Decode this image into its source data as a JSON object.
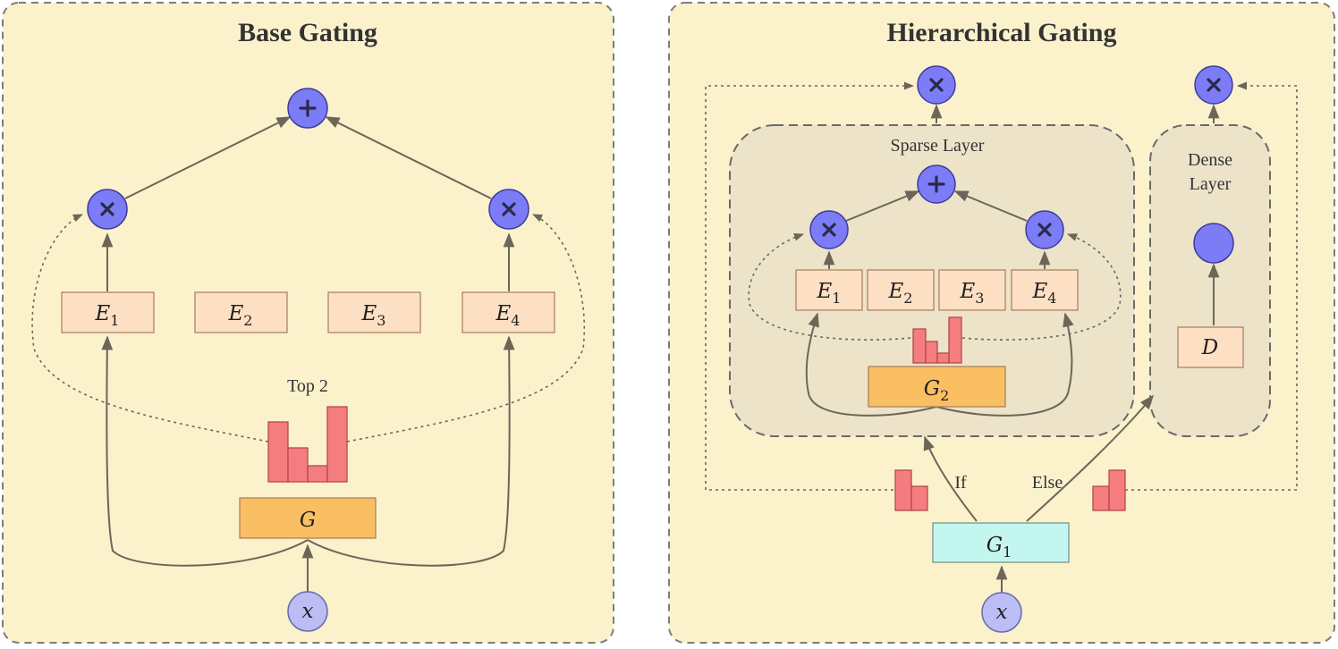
{
  "panels": {
    "base": {
      "title": "Base Gating",
      "experts": [
        {
          "name": "E",
          "sub": "1"
        },
        {
          "name": "E",
          "sub": "2"
        },
        {
          "name": "E",
          "sub": "3"
        },
        {
          "name": "E",
          "sub": "4"
        }
      ],
      "gate": {
        "name": "G",
        "sub": ""
      },
      "input": "x",
      "topk_label": "Top 2"
    },
    "hierarchical": {
      "title": "Hierarchical Gating",
      "sparse_layer_label": "Sparse Layer",
      "dense_layer_label_line1": "Dense",
      "dense_layer_label_line2": "Layer",
      "experts": [
        {
          "name": "E",
          "sub": "1"
        },
        {
          "name": "E",
          "sub": "2"
        },
        {
          "name": "E",
          "sub": "3"
        },
        {
          "name": "E",
          "sub": "4"
        }
      ],
      "gate2": {
        "name": "G",
        "sub": "2"
      },
      "gate1": {
        "name": "G",
        "sub": "1"
      },
      "dense_block": {
        "name": "D",
        "sub": ""
      },
      "input": "x",
      "if_label": "If",
      "else_label": "Else"
    }
  },
  "colors": {
    "panel_bg": "#fbf2cc",
    "layer_bg": "#ede3c9",
    "expert": "#fde0c4",
    "gate": "#fbbf63",
    "gate1": "#c4f6f0",
    "operator": "#7c7cf6",
    "input": "#bdbdf6",
    "bars": "#f57d7f"
  },
  "icons": [
    "plus-icon",
    "times-icon"
  ]
}
